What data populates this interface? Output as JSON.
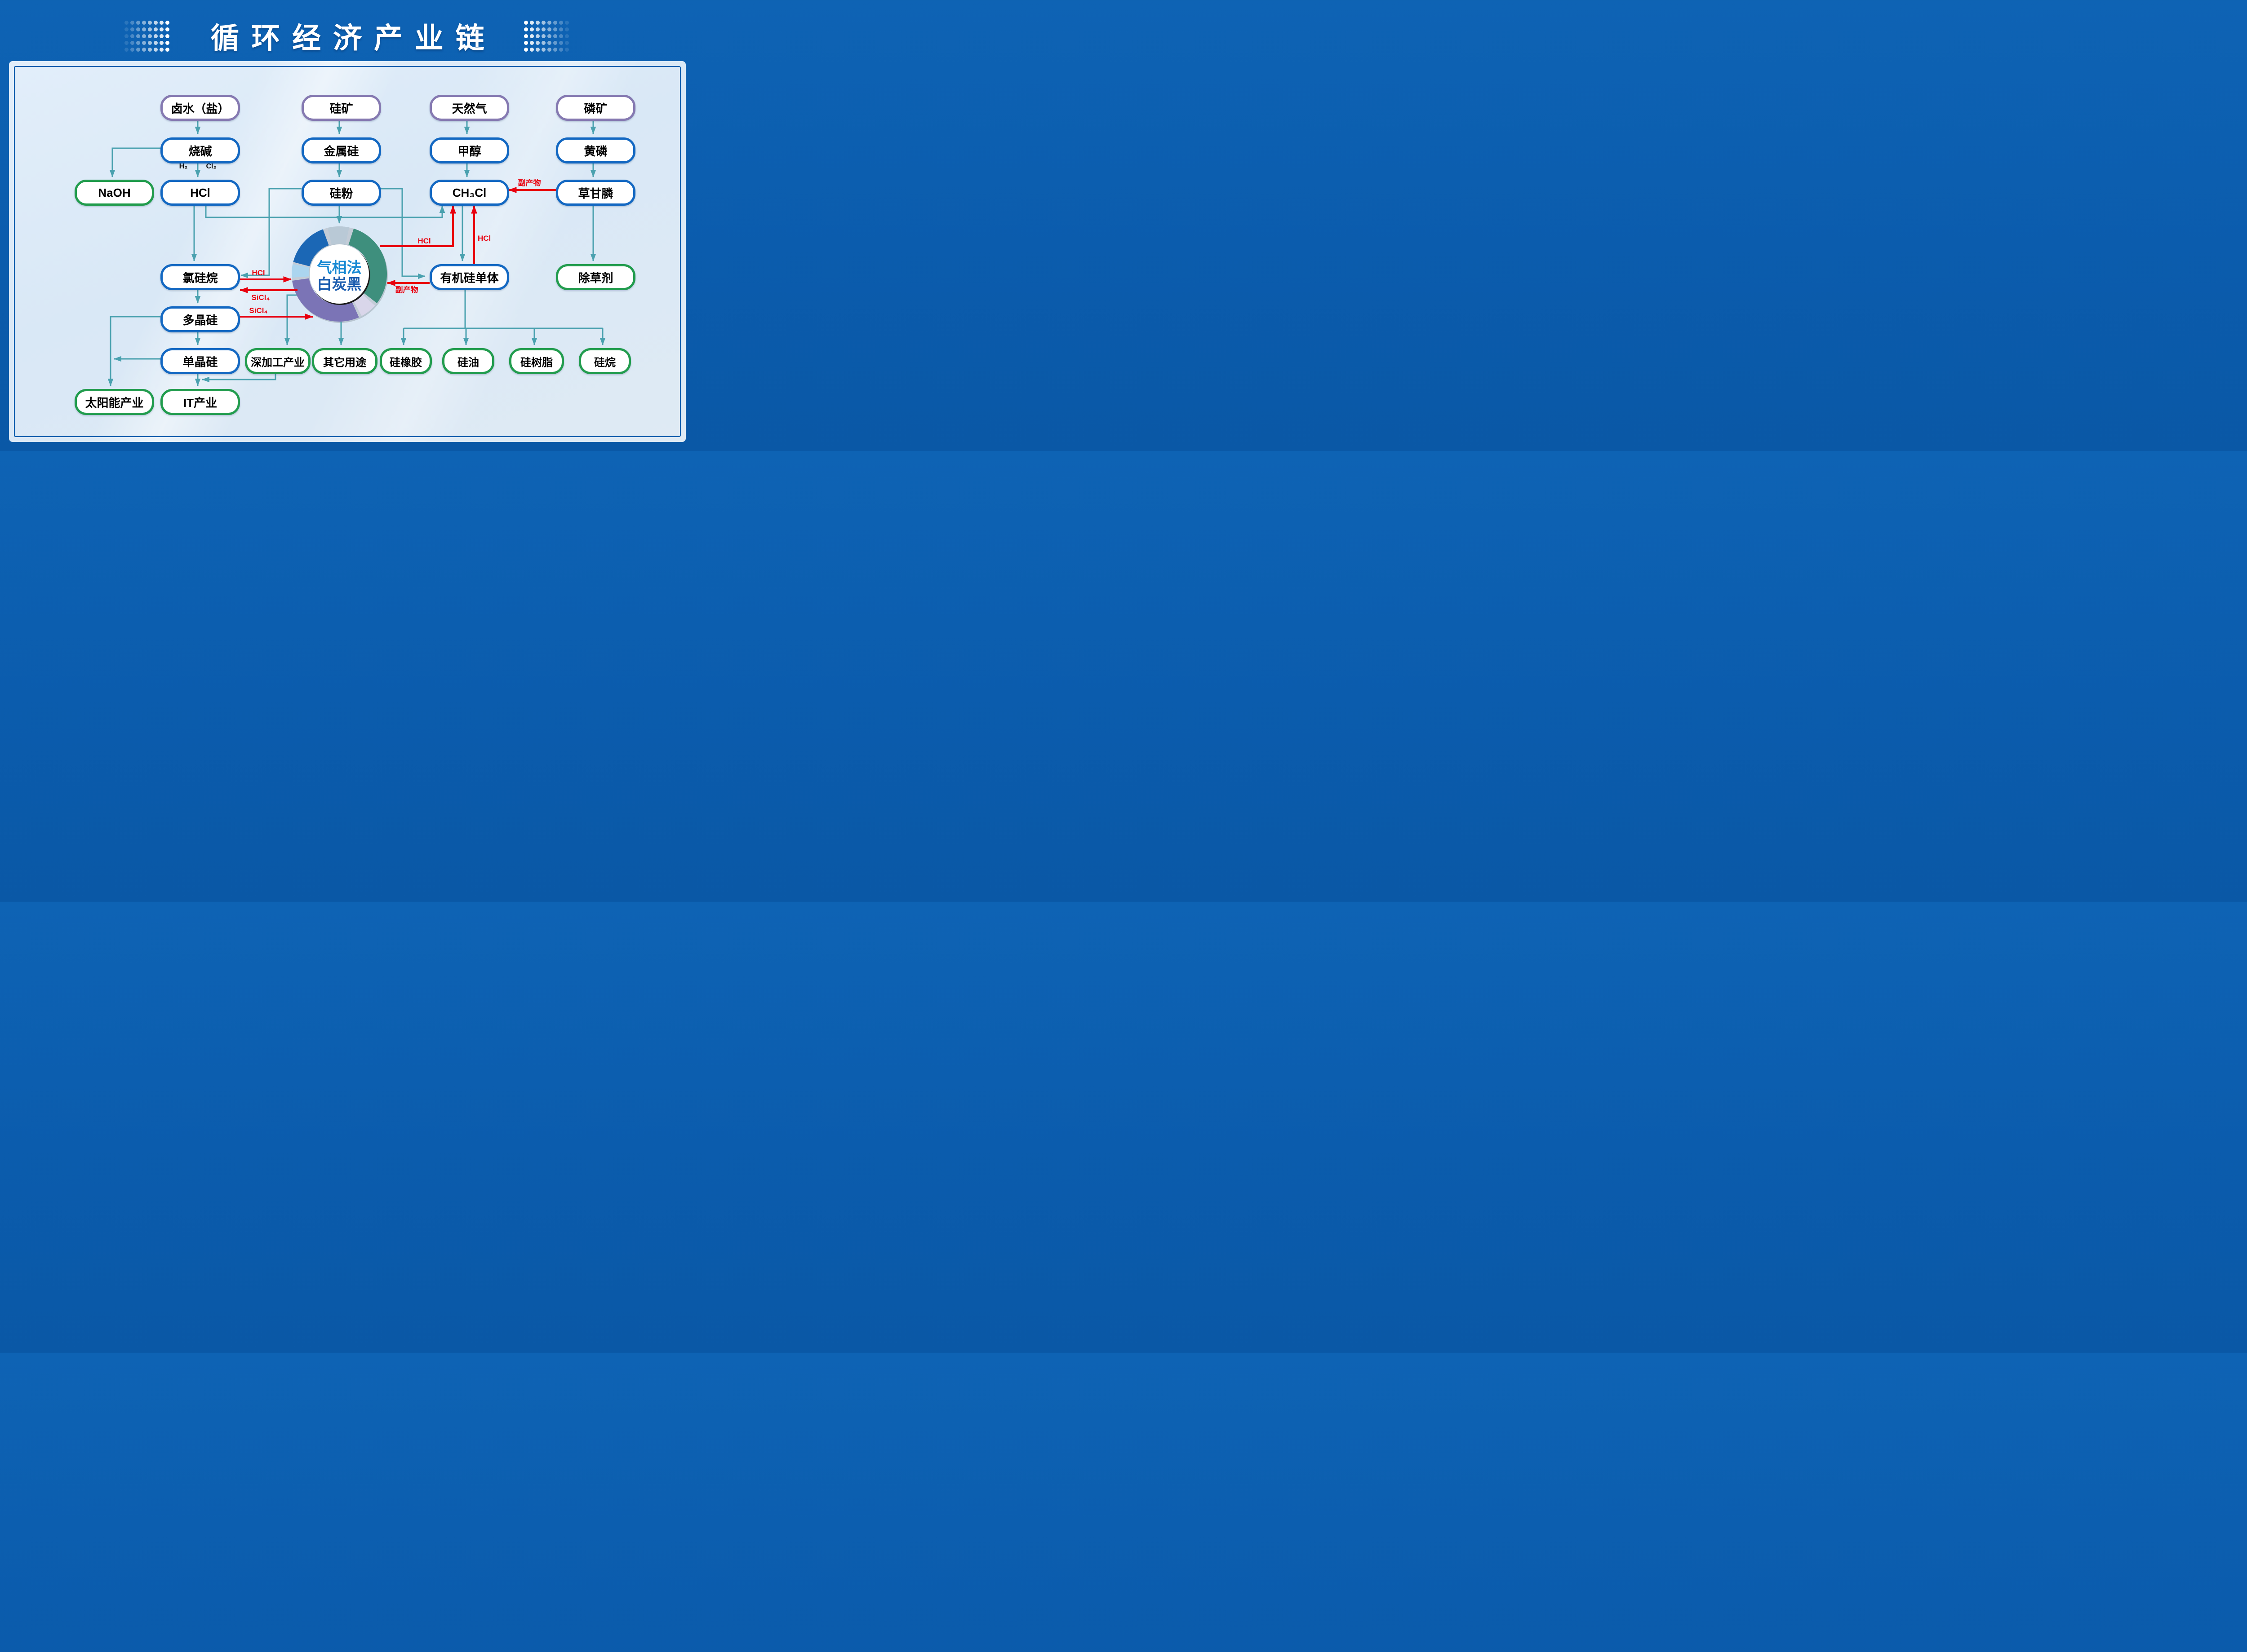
{
  "title": "循环经济产业链",
  "colors": {
    "background_blue": "#0b5cad",
    "panel_bg": "#d9e8f6",
    "flow_teal": "#4aa1af",
    "byproduct_red": "#e8000f",
    "border_blue": "#1368c2",
    "border_green": "#219c4d",
    "border_purple": "#8579b1",
    "donut_blue": "#1b67b5",
    "donut_teal": "#3e8f7d",
    "donut_purple": "#7b74b6",
    "donut_lightblue": "#abd5ef",
    "donut_lavender": "#d9d6ea",
    "donut_gray": "#b9c9d6"
  },
  "nodes": {
    "brine": {
      "label": "卤水（盐）",
      "type": "raw-material"
    },
    "silica_ore": {
      "label": "硅矿",
      "type": "raw-material"
    },
    "natural_gas": {
      "label": "天然气",
      "type": "raw-material"
    },
    "phosphate_ore": {
      "label": "磷矿",
      "type": "raw-material"
    },
    "caustic_soda": {
      "label": "烧碱",
      "type": "intermediate"
    },
    "metal_silicon": {
      "label": "金属硅",
      "type": "intermediate"
    },
    "methanol": {
      "label": "甲醇",
      "type": "intermediate"
    },
    "yellow_phosphorus": {
      "label": "黄磷",
      "type": "intermediate"
    },
    "naoh": {
      "label": "NaOH",
      "type": "product"
    },
    "hcl": {
      "label": "HCl",
      "type": "intermediate"
    },
    "silicon_powder": {
      "label": "硅粉",
      "type": "intermediate"
    },
    "ch3cl": {
      "label": "CH₃Cl",
      "type": "intermediate"
    },
    "glyphosate": {
      "label": "草甘膦",
      "type": "intermediate"
    },
    "chlorosilane": {
      "label": "氯硅烷",
      "type": "intermediate"
    },
    "organosilicon": {
      "label": "有机硅单体",
      "type": "intermediate"
    },
    "herbicide": {
      "label": "除草剂",
      "type": "product"
    },
    "polysilicon": {
      "label": "多晶硅",
      "type": "intermediate"
    },
    "mono_silicon": {
      "label": "单晶硅",
      "type": "intermediate"
    },
    "deep_processing": {
      "label": "深加工产业",
      "type": "product"
    },
    "other_uses": {
      "label": "其它用途",
      "type": "product"
    },
    "silicone_rubber": {
      "label": "硅橡胶",
      "type": "product"
    },
    "silicone_oil": {
      "label": "硅油",
      "type": "product"
    },
    "silicone_resin": {
      "label": "硅树脂",
      "type": "product"
    },
    "silane": {
      "label": "硅烷",
      "type": "product"
    },
    "solar_industry": {
      "label": "太阳能产业",
      "type": "product"
    },
    "it_industry": {
      "label": "IT产业",
      "type": "product"
    }
  },
  "donut": {
    "line1": "气相法",
    "line2": "白炭黑"
  },
  "labels": {
    "h2": "H₂",
    "cl2": "Cl₂",
    "hcl_from_silica": "HCl",
    "hcl_from_organo": "HCl",
    "hcl_pair": "HCl",
    "sicl4_pair": "SiCl₄",
    "sicl4_poly": "SiCl₄",
    "byproduct_glyphosate": "副产物",
    "byproduct_organo": "副产物"
  },
  "edges": [
    {
      "from": "卤水（盐）",
      "to": "烧碱",
      "type": "flow"
    },
    {
      "from": "烧碱",
      "to": "NaOH",
      "type": "flow"
    },
    {
      "from": "烧碱",
      "to": "HCl",
      "type": "flow",
      "labels": [
        "H₂",
        "Cl₂"
      ]
    },
    {
      "from": "硅矿",
      "to": "金属硅",
      "type": "flow"
    },
    {
      "from": "金属硅",
      "to": "硅粉",
      "type": "flow"
    },
    {
      "from": "天然气",
      "to": "甲醇",
      "type": "flow"
    },
    {
      "from": "甲醇",
      "to": "CH₃Cl",
      "type": "flow"
    },
    {
      "from": "磷矿",
      "to": "黄磷",
      "type": "flow"
    },
    {
      "from": "黄磷",
      "to": "草甘膦",
      "type": "flow"
    },
    {
      "from": "草甘膦",
      "to": "除草剂",
      "type": "flow"
    },
    {
      "from": "HCl",
      "to": "氯硅烷",
      "type": "flow"
    },
    {
      "from": "HCl",
      "to": "CH₃Cl",
      "type": "flow"
    },
    {
      "from": "硅粉",
      "to": "气相法白炭黑",
      "type": "flow"
    },
    {
      "from": "硅粉",
      "to": "氯硅烷",
      "type": "flow"
    },
    {
      "from": "硅粉",
      "to": "有机硅单体",
      "type": "flow"
    },
    {
      "from": "CH₃Cl",
      "to": "有机硅单体",
      "type": "flow"
    },
    {
      "from": "氯硅烷",
      "to": "多晶硅",
      "type": "flow"
    },
    {
      "from": "多晶硅",
      "to": "单晶硅",
      "type": "flow"
    },
    {
      "from": "多晶硅",
      "to": "太阳能产业",
      "type": "flow"
    },
    {
      "from": "单晶硅",
      "to": "太阳能产业",
      "type": "flow"
    },
    {
      "from": "单晶硅",
      "to": "IT产业",
      "type": "flow"
    },
    {
      "from": "深加工产业",
      "to": "IT产业",
      "type": "flow"
    },
    {
      "from": "气相法白炭黑",
      "to": "深加工产业",
      "type": "flow"
    },
    {
      "from": "气相法白炭黑",
      "to": "其它用途",
      "type": "flow"
    },
    {
      "from": "有机硅单体",
      "to": "硅橡胶",
      "type": "flow"
    },
    {
      "from": "有机硅单体",
      "to": "硅油",
      "type": "flow"
    },
    {
      "from": "有机硅单体",
      "to": "硅树脂",
      "type": "flow"
    },
    {
      "from": "有机硅单体",
      "to": "硅烷",
      "type": "flow"
    },
    {
      "from": "草甘膦",
      "to": "CH₃Cl",
      "type": "byproduct",
      "label": "副产物"
    },
    {
      "from": "气相法白炭黑",
      "to": "CH₃Cl",
      "type": "byproduct",
      "label": "HCl"
    },
    {
      "from": "有机硅单体",
      "to": "CH₃Cl",
      "type": "byproduct",
      "label": "HCl"
    },
    {
      "from": "氯硅烷",
      "to": "气相法白炭黑",
      "type": "byproduct",
      "label": "HCl"
    },
    {
      "from": "气相法白炭黑",
      "to": "氯硅烷",
      "type": "byproduct",
      "label": "SiCl₄"
    },
    {
      "from": "多晶硅",
      "to": "气相法白炭黑",
      "type": "byproduct",
      "label": "SiCl₄"
    },
    {
      "from": "有机硅单体",
      "to": "气相法白炭黑",
      "type": "byproduct",
      "label": "副产物"
    }
  ]
}
